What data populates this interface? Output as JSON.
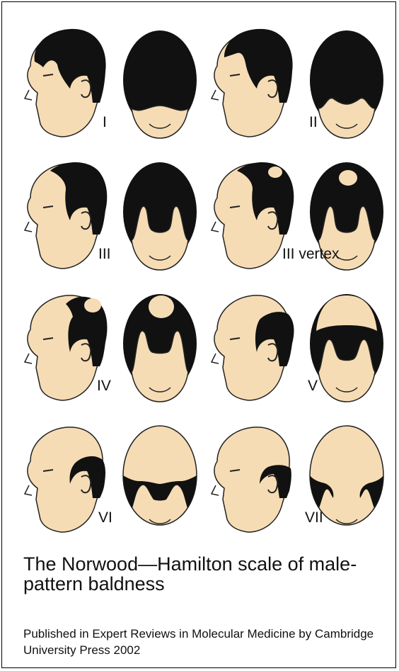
{
  "stages": [
    {
      "label": "I"
    },
    {
      "label": "II"
    },
    {
      "label": "III"
    },
    {
      "label": "III vertex"
    },
    {
      "label": "IV"
    },
    {
      "label": "V"
    },
    {
      "label": "VI"
    },
    {
      "label": "VII"
    }
  ],
  "caption": {
    "title": "The Norwood—Hamilton scale of male-pattern baldness",
    "credit": "Published in Expert Reviews in Molecular Medicine by Cambridge University Press 2002"
  },
  "colors": {
    "skin": "#f6dcb4",
    "hair": "#111111",
    "outline": "#222222",
    "border": "#000000"
  }
}
